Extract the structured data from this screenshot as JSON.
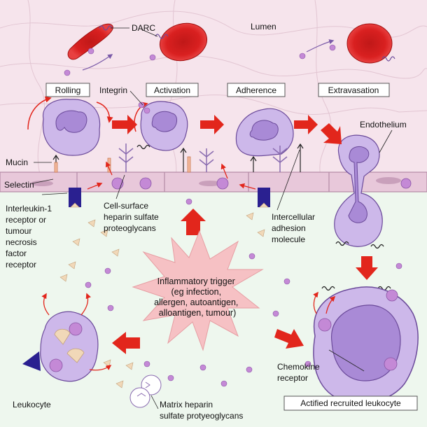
{
  "regions": {
    "lumen": "Lumen"
  },
  "stages": [
    {
      "id": "rolling",
      "label": "Rolling"
    },
    {
      "id": "activation",
      "label": "Activation"
    },
    {
      "id": "adherence",
      "label": "Adherence"
    },
    {
      "id": "extravasation",
      "label": "Extravasation"
    }
  ],
  "labels": {
    "darc": "DARC",
    "integrin": "Integrin",
    "endothelium": "Endothelium",
    "mucin": "Mucin",
    "selectin": "Selectin",
    "il1_receptor": [
      "Interleukin-1",
      "receptor or",
      "tumour",
      "necrosis",
      "factor",
      "receptor"
    ],
    "heparin_cell_surface": [
      "Cell-surface",
      "heparin sulfate",
      "proteoglycans"
    ],
    "intercellular_adhesion": [
      "Intercellular",
      "adhesion",
      "molecule"
    ],
    "chemokine_receptor": [
      "Chemokine",
      "receptor"
    ],
    "leukocyte": "Leukocyte",
    "matrix_heparin": [
      "Matrix heparin",
      "sulfate protyeoglycans"
    ],
    "actified_leukocyte": "Actified recruited leukocyte"
  },
  "trigger": [
    "Inflammatory trigger",
    "(eg infection,",
    "allergen, autoantigen,",
    "alloantigen, tumour)"
  ],
  "colors": {
    "lumen_bg": "#f6e4ec",
    "tissue_bg": "#eef7ee",
    "endothelium": "#e8c8da",
    "cell_fill": "#cdb8ea",
    "cell_stroke": "#6b4a9a",
    "nucleus": "#a98ad6",
    "rbc": "#d92020",
    "arrow_red": "#e2261c",
    "chemokine": "#c489d6",
    "receptor_blue": "#2a2090",
    "burst": "#f6c1c4",
    "triangle": "#f1d8b8"
  }
}
